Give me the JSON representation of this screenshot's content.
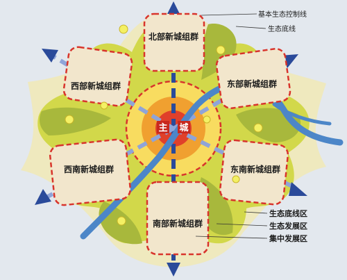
{
  "clusters": {
    "north": "北部新城组群",
    "east": "东部新城组群",
    "west": "西部新城组群",
    "southwest": "西南新城组群",
    "southeast": "东南新城组群",
    "south": "南部新城组群"
  },
  "core": {
    "char1": "主",
    "char2": "城"
  },
  "legend": {
    "basic_control_line": "基本生态控制线",
    "ecological_bottom_line": "生态底线",
    "ecological_bottom_zone": "生态底线区",
    "ecological_development_zone": "生态发展区",
    "concentrated_development_zone": "集中发展区"
  },
  "colors": {
    "background": "#e3e8ee",
    "green_area": "#d2d84a",
    "olive_wedge": "#a8b83c",
    "cluster_fill": "#f2e6cc",
    "cluster_border": "#d8342c",
    "core_red": "#e0402a",
    "core_orange": "#f0a030",
    "core_yellow": "#f8dc60",
    "axis_blue": "#2a4a9a",
    "river": "#4c86c8"
  }
}
